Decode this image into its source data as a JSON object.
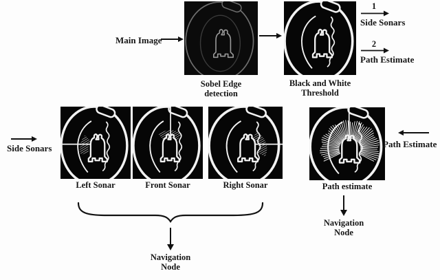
{
  "colors": {
    "background": "#fdfdfd",
    "text": "#151515",
    "arrow": "#111111",
    "image_background": "#060606",
    "edge_white": "#f2f2f2",
    "sobel_edge_gray": "#6f6f6f"
  },
  "top_row": {
    "main_image_label": "Main Image",
    "sobel_caption": [
      "Sobel Edge",
      "detection"
    ],
    "threshold_caption": [
      "Black and White",
      "Threshold"
    ],
    "branch_1": {
      "number": "1",
      "label": "Side Sonars"
    },
    "branch_2": {
      "number": "2",
      "label": "Path Estimate"
    }
  },
  "middle_row": {
    "left_input_label": "Side Sonars",
    "left_sonar_caption": "Left Sonar",
    "front_sonar_caption": "Front Sonar",
    "right_sonar_caption": "Right Sonar",
    "path_estimate_caption": "Path estimate",
    "right_input_label": "Path Estimate"
  },
  "bottom": {
    "sonar_nav_node": [
      "Navigation",
      "Node"
    ],
    "path_nav_node": [
      "Navigation",
      "Node"
    ]
  }
}
